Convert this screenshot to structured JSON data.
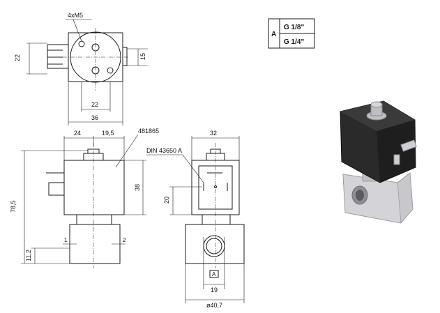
{
  "dimensions": {
    "holes": "4xM5",
    "height_22": "22",
    "width_15": "15",
    "bottom_22": "22",
    "width_36": "36",
    "width_24": "24",
    "width_19_5": "19,5",
    "part_number": "481865",
    "din": "DIN 43650 A",
    "width_32": "32",
    "height_38": "38",
    "height_78_5": "78,5",
    "height_11_2": "11,2",
    "height_20": "20",
    "width_19": "19",
    "diameter": "ø40,7",
    "port_1": "1",
    "port_2": "2",
    "port_a": "A"
  },
  "thread_table": {
    "key": "A",
    "rows": [
      "G 1/8\"",
      "G 1/4\""
    ]
  },
  "colors": {
    "line": "#1a1a1a",
    "coil": "#2a2a2a",
    "body": "#c8c8cc"
  }
}
